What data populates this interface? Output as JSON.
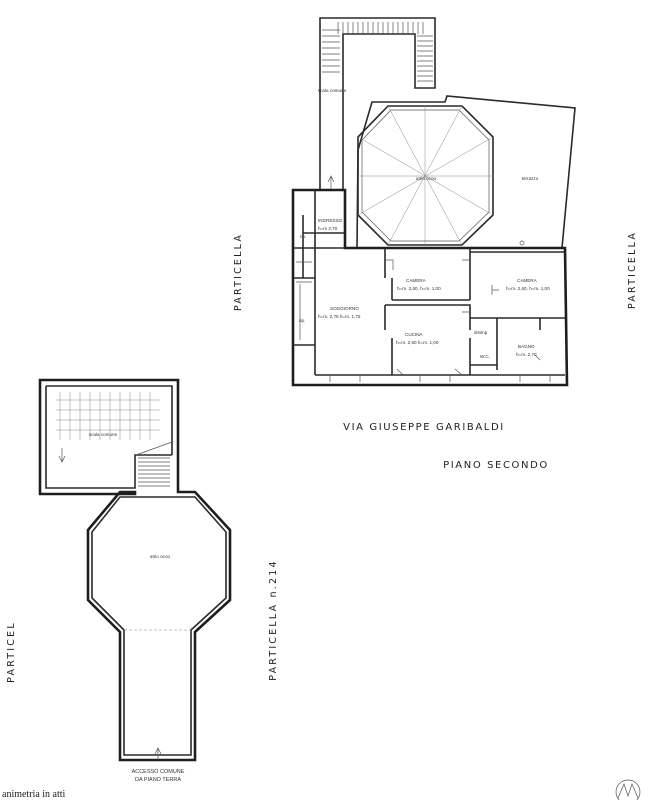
{
  "plan": {
    "upper_rooms": {
      "scala_comune": "scala comune",
      "atrio": "atrio  ocoo",
      "terrazzo": "terrazzo",
      "ingresso": "INGRESSO",
      "ingresso_h": "h=m 2,70",
      "rip1": "rip.",
      "rip2": "rip.",
      "camera1": "CAMERA",
      "camera1_h": "h=m. 2,60, h=m. 1,00",
      "camera2": "CAMERA",
      "camera2_h": "h=m. 2,60, h=m. 1,00",
      "soggiorno": "SOGGIORNO",
      "soggiorno_h": "h=m. 2,75 h=m. 1,75",
      "cucina": "CUCINA",
      "cucina_h": "h=m. 2,60 h=m. 1,00",
      "disimp": "disimp",
      "wc": "W.C.",
      "bagno": "BAGNO",
      "bagno_h": "h=m. 2,70"
    },
    "lower_rooms": {
      "scala_comune": "scala comune",
      "atrio": "atrio  ocoo"
    },
    "street": "VIA GIUSEPPE GARIBALDI",
    "floor": "PIANO SECONDO",
    "particella_right_top": "PARTICELLA",
    "particella_left_mid": "PARTICELLA",
    "particella_214": "PARTICELLA n.214",
    "particella_left_bottom": "PARTICEL",
    "accesso_line1": "ACCESSO COMUNE",
    "accesso_line2": "DA PIANO TERRA",
    "footer_note": "animetria in atti"
  }
}
